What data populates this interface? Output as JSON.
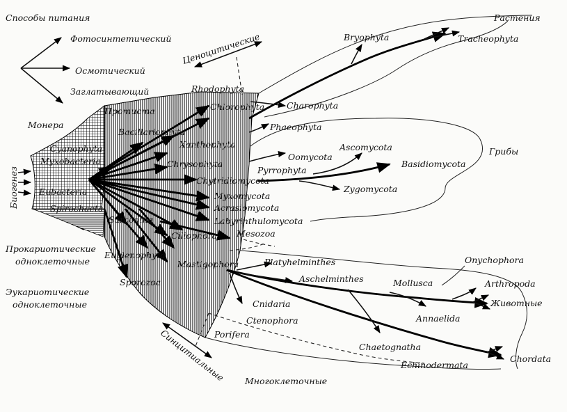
{
  "labels": {
    "nutrition_modes": "Способы питания",
    "photosynthetic": "Фотосинтетический",
    "osmotic": "Осмотический",
    "ingestive": "Заглатывающий",
    "monera": "Монера",
    "protista": "Протиста",
    "coenocytic": "Ценоцитические",
    "biogenesis": "Биогенез",
    "prokaryotic_line1": "Прокариотические",
    "prokaryotic_line2": "одноклеточные",
    "eukaryotic_line1": "Эукариотические",
    "eukaryotic_line2": "одноклеточные",
    "syncytial": "Синцитиальные",
    "multicellular": "Многоклеточные",
    "plants": "Растения",
    "fungi": "Грибы",
    "animals": "Животные"
  },
  "taxa": {
    "cyanophyta": "Cyanophyta",
    "myxobacteria": "Myxobacteria",
    "eubacteria": "Eubacteria",
    "spirochaeta": "Spirochaeta",
    "rhodophyta": "Rhodophyta",
    "chlorophyta": "Chlorophyta",
    "bacillariophyta": "Bacillariophyta",
    "xanthophyta": "Xanthophyta",
    "chrysophyta": "Chrysophyta",
    "chytridiomycota": "Chytridiomycota",
    "myxomycota": "Myxomycota",
    "acrasiomycota": "Acrasiomycota",
    "labyrinthulomycota": "Labyrinthulomycota",
    "sarcodina": "Sarcodina",
    "ciliophora": "Ciliophora",
    "mesozoa": "Mesozoa",
    "euglenophyta": "Euglenophyta",
    "mastigophora": "Mastigophora",
    "sporozoa": "Sporozoa",
    "charophyta": "Charophyta",
    "bryophyta": "Bryophyta",
    "tracheophyta": "Tracheophyta",
    "phaeophyta": "Phaeophyta",
    "oomycota": "Oomycota",
    "pyrrophyta": "Pyrrophyta",
    "ascomycota": "Ascomycota",
    "basidiomycota": "Basidiomycota",
    "zygomycota": "Zygomycota",
    "platyhelminthes": "Platyhelminthes",
    "aschelminthes": "Aschelminthes",
    "mollusca": "Mollusca",
    "onychophora": "Onychophora",
    "arthropoda": "Arthropoda",
    "cnidaria": "Cnidaria",
    "ctenophora": "Ctenophora",
    "annaelida": "Annaelida",
    "porifera": "Porifera",
    "chaetognatha": "Chaetognatha",
    "echinodermata": "Echinodermata",
    "chordata": "Chordata"
  }
}
